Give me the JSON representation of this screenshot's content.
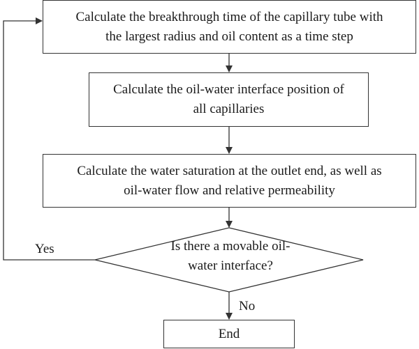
{
  "steps": {
    "step1_line1": "Calculate the breakthrough time of the capillary tube with",
    "step1_line2": "the largest radius and oil content as a time step",
    "step2_line1": "Calculate the oil-water interface position of",
    "step2_line2": "all capillaries",
    "step3_line1": "Calculate the water saturation at the outlet end, as well as",
    "step3_line2": "oil-water flow and relative permeability"
  },
  "decision": {
    "line1": "Is there a movable oil-",
    "line2": "water interface?",
    "yes_label": "Yes",
    "no_label": "No"
  },
  "end": {
    "label": "End"
  },
  "colors": {
    "stroke": "#333333",
    "text": "#1a1a1a",
    "background": "#ffffff"
  }
}
